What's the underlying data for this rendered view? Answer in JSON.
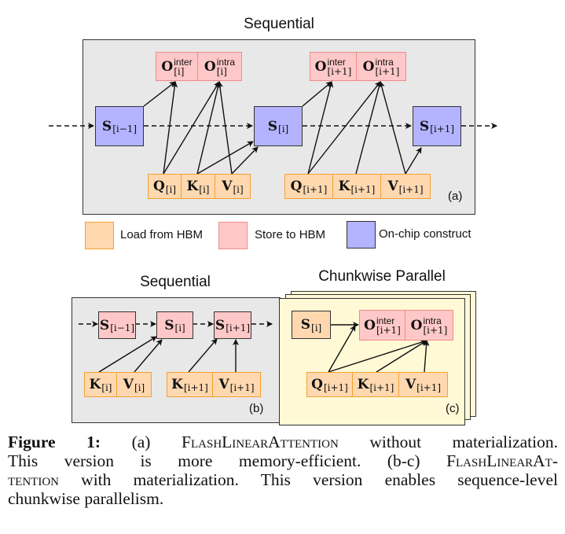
{
  "panel_a": {
    "title": "Sequential",
    "tag": "(a)",
    "nodes": {
      "s_prev": {
        "letter": "S",
        "sub": "[i−1]"
      },
      "s_i": {
        "letter": "S",
        "sub": "[i]"
      },
      "s_next": {
        "letter": "S",
        "sub": "[i+1]"
      },
      "o_inter_i": {
        "letter": "O",
        "sup": "inter",
        "sub": "[i]"
      },
      "o_intra_i": {
        "letter": "O",
        "sup": "intra",
        "sub": "[i]"
      },
      "o_inter_n": {
        "letter": "O",
        "sup": "inter",
        "sub": "[i+1]"
      },
      "o_intra_n": {
        "letter": "O",
        "sup": "intra",
        "sub": "[i+1]"
      },
      "q_i": {
        "letter": "Q",
        "sub": "[i]"
      },
      "k_i": {
        "letter": "K",
        "sub": "[i]"
      },
      "v_i": {
        "letter": "V",
        "sub": "[i]"
      },
      "q_n": {
        "letter": "Q",
        "sub": "[i+1]"
      },
      "k_n": {
        "letter": "K",
        "sub": "[i+1]"
      },
      "v_n": {
        "letter": "V",
        "sub": "[i+1]"
      }
    }
  },
  "legend": [
    {
      "label": "Load from HBM",
      "color": "#ffd8b0"
    },
    {
      "label": "Store to HBM",
      "color": "#ffc8c8"
    },
    {
      "label": "On-chip construct",
      "color": "#b3b3ff"
    }
  ],
  "panel_b": {
    "title": "Sequential",
    "tag": "(b)",
    "nodes": {
      "s_prev": {
        "letter": "S",
        "sub": "[i−1]"
      },
      "s_i": {
        "letter": "S",
        "sub": "[i]"
      },
      "s_next": {
        "letter": "S",
        "sub": "[i+1]"
      },
      "k_i": {
        "letter": "K",
        "sub": "[i]"
      },
      "v_i": {
        "letter": "V",
        "sub": "[i]"
      },
      "k_n": {
        "letter": "K",
        "sub": "[i+1]"
      },
      "v_n": {
        "letter": "V",
        "sub": "[i+1]"
      }
    }
  },
  "panel_c": {
    "title": "Chunkwise Parallel",
    "tag": "(c)",
    "nodes": {
      "s_i": {
        "letter": "S",
        "sub": "[i]"
      },
      "o_inter_n": {
        "letter": "O",
        "sup": "inter",
        "sub": "[i+1]"
      },
      "o_intra_n": {
        "letter": "O",
        "sup": "intra",
        "sub": "[i+1]"
      },
      "q_n": {
        "letter": "Q",
        "sub": "[i+1]"
      },
      "k_n": {
        "letter": "K",
        "sub": "[i+1]"
      },
      "v_n": {
        "letter": "V",
        "sub": "[i+1]"
      }
    }
  },
  "caption": {
    "l1_bold": "Figure 1:",
    "l1_a": " (a) ",
    "l1_sc": "FlashLinearAttention",
    "l1_b": " without materialization.",
    "l2_a": "This version is more memory-efficient. (b-c) ",
    "l2_sc": "FlashLinearAt-",
    "l3_sc": "tention",
    "l3_b": " with materialization. This version enables sequence-level",
    "l4": "chunkwise parallelism."
  }
}
